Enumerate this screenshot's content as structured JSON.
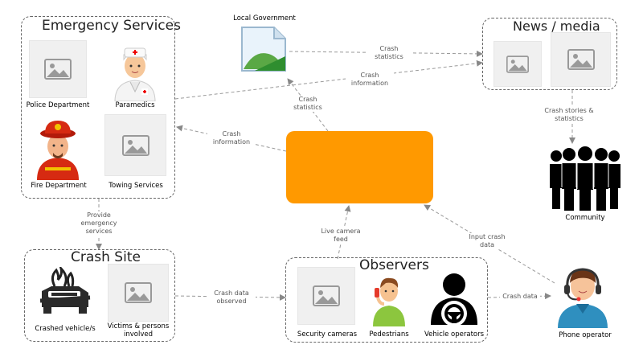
{
  "groups": {
    "emergency": "Emergency Services",
    "news": "News / media",
    "crash_site": "Crash Site",
    "observers": "Observers"
  },
  "nodes": {
    "local_government": "Local Government",
    "police": "Police Department",
    "paramedics": "Paramedics",
    "fire": "Fire Department",
    "towing": "Towing Services",
    "community": "Community",
    "crashed_vehicle": "Crashed vehicle/s",
    "victims": "Victims & persons involved",
    "security_cameras": "Security cameras",
    "pedestrians": "Pedestrians",
    "vehicle_operators": "Vehicle operators",
    "phone_operator": "Phone operator"
  },
  "edges": {
    "crash_statistics_news": "Crash statistics",
    "crash_information_news": "Crash information",
    "crash_statistics_gov": "Crash statistics",
    "crash_information_emergency": "Crash information",
    "crash_stories": "Crash stories & statistics",
    "provide_emergency": "Provide emergency services",
    "crash_data_observed": "Crash data observed",
    "live_camera_feed": "Live camera feed",
    "input_crash_data": "Input crash data",
    "crash_data": "Crash data"
  },
  "colors": {
    "hub": "#ff9900",
    "edge": "#999999",
    "group_border": "#666666"
  }
}
